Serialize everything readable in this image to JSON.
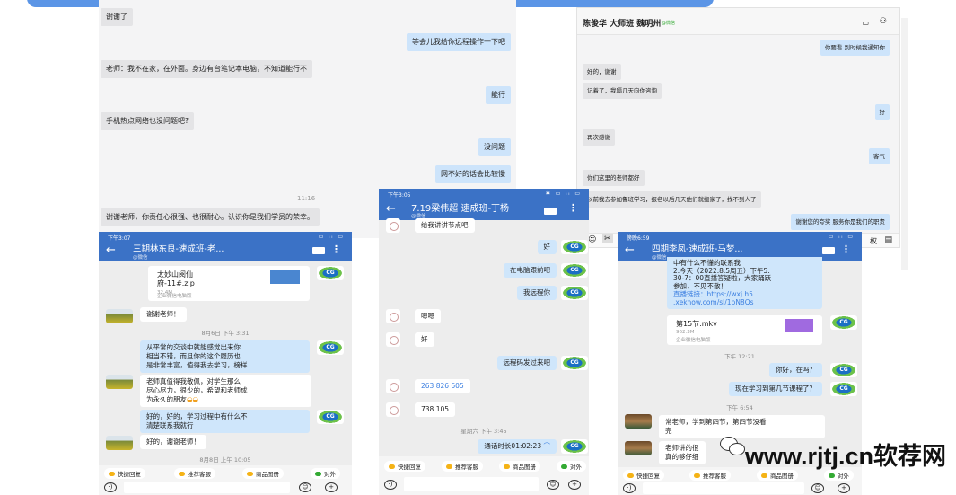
{
  "panel1": {
    "messages": [
      {
        "side": "l",
        "text": "谢谢了"
      },
      {
        "side": "r",
        "text": "等会儿我给你远程操作一下吧"
      },
      {
        "side": "l",
        "text": "老师：我不在家，在外面。身边有台笔记本电脑，不知道能行不"
      },
      {
        "side": "r",
        "text": "能行"
      },
      {
        "side": "l",
        "text": "手机热点网络也没问题吧?"
      },
      {
        "side": "r",
        "text": "没问题"
      },
      {
        "side": "r",
        "text": "网不好的话会比较慢"
      },
      {
        "side": "l",
        "text": "谢谢老师，你责任心很强、也很耐心。认识你是我们学员的荣幸。"
      }
    ],
    "time": "11:16"
  },
  "panel2": {
    "title": "陈俊华 大师班 魏明州",
    "badge": "@微信",
    "toolbar_text": "权",
    "messages": [
      {
        "side": "r",
        "text": "你要看 到时候我通知你"
      },
      {
        "side": "l",
        "text": "好的，谢谢"
      },
      {
        "side": "l",
        "text": "记着了，我隔几天向你咨询"
      },
      {
        "side": "r",
        "text": "好"
      },
      {
        "side": "l",
        "text": "再次感谢"
      },
      {
        "side": "r",
        "text": "客气"
      },
      {
        "side": "l",
        "text": "你们这里的老师都好"
      },
      {
        "side": "l",
        "text": "以前我去参加鲁班学习，报名以后几天他们就搬家了，找不到人了"
      },
      {
        "side": "r",
        "text": "谢谢您的夸奖 服务你是我们的职责"
      }
    ]
  },
  "quick": [
    "快捷回复",
    "推荐客服",
    "商品图册",
    "对外"
  ],
  "phone1": {
    "status": "下午3:07",
    "title": "三期林东良-速成班-老...",
    "sub": "@微信",
    "file": {
      "name1": "太妙山阅仙",
      "name2": "府-11#.zip",
      "size": "32.4M",
      "source": "企业微信电脑版"
    },
    "m1": "谢谢老师！",
    "t1": "8月6日 下午 3:31",
    "m2": [
      "从平常的交谈中就能感觉出来你",
      "相当不错，而且你的这个履历也",
      "是非常丰富，值得我去学习，榜样"
    ],
    "m3": [
      "老师真值得我敬佩，对学生那么",
      "尽心尽力，很少的，希望和老师成",
      "为永久的朋友"
    ],
    "m4": [
      "好的，好的，学习过程中有什么不",
      "清楚联系我就行"
    ],
    "m5": "好的，谢谢老师！",
    "t2": "8月8日 上午 10:05"
  },
  "phone2": {
    "status": "下午3:05",
    "title": "7.19梁伟超 速成班-丁杨",
    "sub": "@微信",
    "messages": [
      "给我讲讲节点吧",
      "好",
      "在电脑跟前吧",
      "我远程你",
      "嗯嗯",
      "好",
      "远程码发过来吧",
      "263 826 605",
      "738 105"
    ],
    "time": "星期六 下午 3:45",
    "call": "通话时长01:02:23"
  },
  "phone3": {
    "status": "傍晚6:59",
    "title": "四期李凤-速成班-马梦...",
    "sub": "@微信",
    "notice": [
      "中有什么不懂的联系我",
      "2.今天（2022.8.5周五）下午5:",
      "30-7：00直播答疑啦，大家踊跃",
      "参加，不见不散！",
      "直播链接：https://wxj.h5",
      ".xeknow.com/sl/1pN8Qs"
    ],
    "file": {
      "name": "第15节.mkv",
      "size": "962.3M",
      "source": "企业微信电脑版"
    },
    "t1": "下午 12:21",
    "m1": "你好，在吗？",
    "m2": "现在学习到第几节课程了？",
    "t2": "下午 6:54",
    "m3": [
      "常老师，学到第四节，第四节没看",
      "完"
    ],
    "m4": [
      "老师讲的很",
      "真的够仔细"
    ]
  },
  "watermark": "www.rjtj.cn软荐网"
}
